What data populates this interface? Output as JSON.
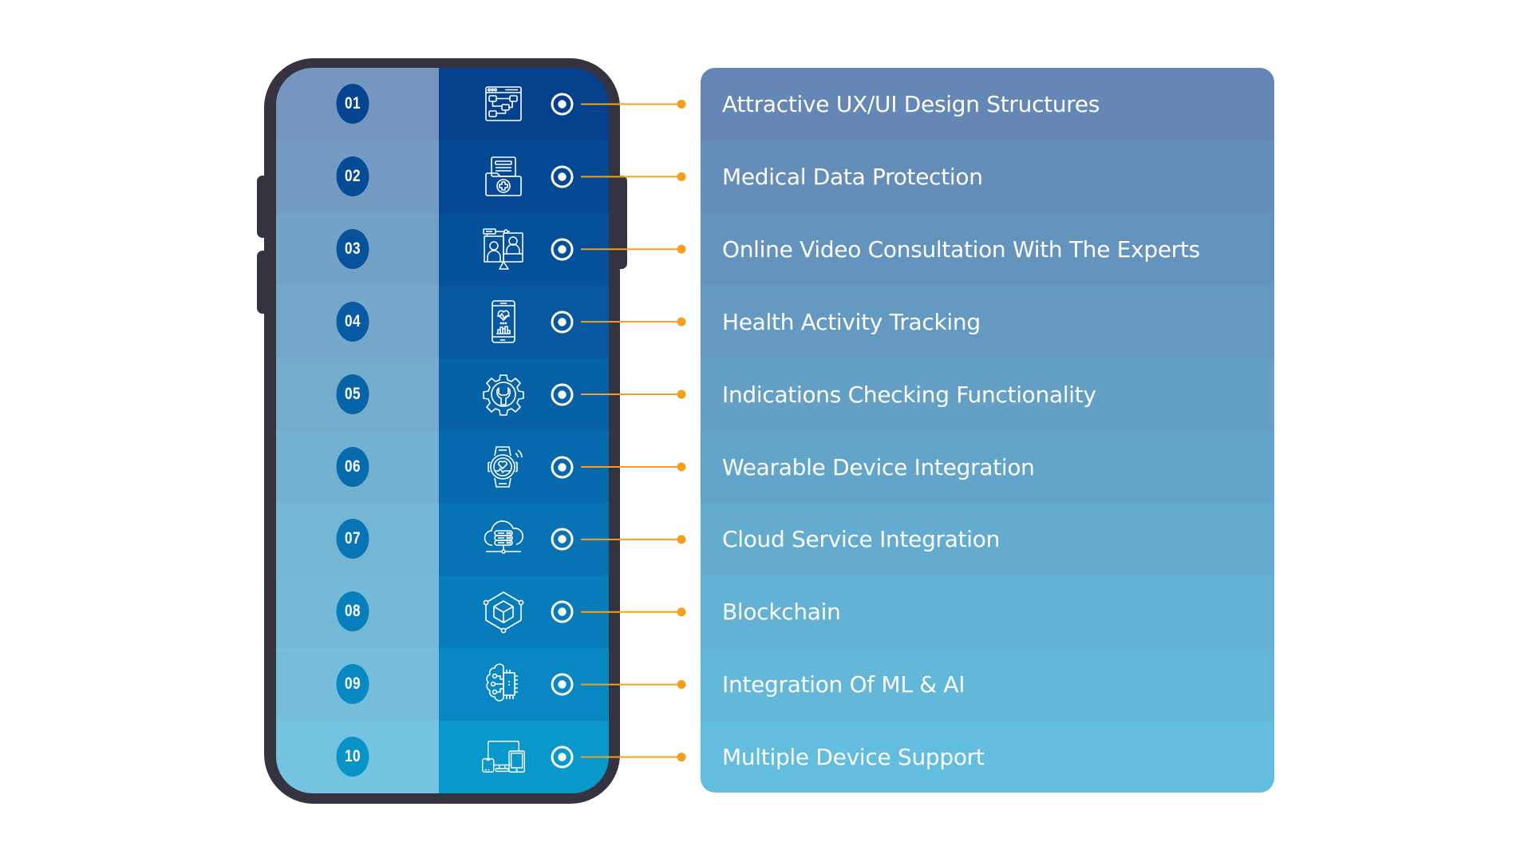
{
  "colors": {
    "frame": "#35333f",
    "connector": "#f5a01c",
    "text": "#ffffff",
    "background": "#ffffff"
  },
  "features": [
    {
      "number": "01",
      "label": "Attractive UX/UI Design Structures",
      "icon": "flowchart-browser-icon",
      "left_bg": "#7596bf",
      "right_bg": "#04408c",
      "num_bg": "#064391",
      "panel_bg": "#6487b6"
    },
    {
      "number": "02",
      "label": "Medical Data Protection",
      "icon": "medical-folder-icon",
      "left_bg": "#749cc3",
      "right_bg": "#054893",
      "num_bg": "#064b96",
      "panel_bg": "#648dba"
    },
    {
      "number": "03",
      "label": "Online Video Consultation With The Experts",
      "icon": "video-consultation-icon",
      "left_bg": "#74a1c6",
      "right_bg": "#05509a",
      "num_bg": "#06539c",
      "panel_bg": "#6493bd"
    },
    {
      "number": "04",
      "label": "Health Activity Tracking",
      "icon": "health-tracking-phone-icon",
      "left_bg": "#74a7c9",
      "right_bg": "#0658a0",
      "num_bg": "#075ba2",
      "panel_bg": "#6499c1"
    },
    {
      "number": "05",
      "label": "Indications Checking Functionality",
      "icon": "gear-wrench-icon",
      "left_bg": "#74accc",
      "right_bg": "#0661a6",
      "num_bg": "#0764a8",
      "panel_bg": "#649fc6"
    },
    {
      "number": "06",
      "label": "Wearable Device Integration",
      "icon": "smartwatch-icon",
      "left_bg": "#74b1d0",
      "right_bg": "#0769ad",
      "num_bg": "#076cae",
      "panel_bg": "#63a5ca"
    },
    {
      "number": "07",
      "label": "Cloud Service Integration",
      "icon": "cloud-server-icon",
      "left_bg": "#74b6d4",
      "right_bg": "#0772b4",
      "num_bg": "#0775b5",
      "panel_bg": "#63abcf"
    },
    {
      "number": "08",
      "label": "Blockchain",
      "icon": "blockchain-cube-icon",
      "left_bg": "#74bad8",
      "right_bg": "#087cbb",
      "num_bg": "#087fbc",
      "panel_bg": "#63b1d4"
    },
    {
      "number": "09",
      "label": "Integration Of ML & AI",
      "icon": "ai-brain-chip-icon",
      "left_bg": "#74bedc",
      "right_bg": "#0887c2",
      "num_bg": "#0889c3",
      "panel_bg": "#63b7d9"
    },
    {
      "number": "10",
      "label": "Multiple Device Support",
      "icon": "multiple-devices-icon",
      "left_bg": "#74c3e0",
      "right_bg": "#0998cc",
      "num_bg": "#0994c8",
      "panel_bg": "#63bddf"
    }
  ]
}
